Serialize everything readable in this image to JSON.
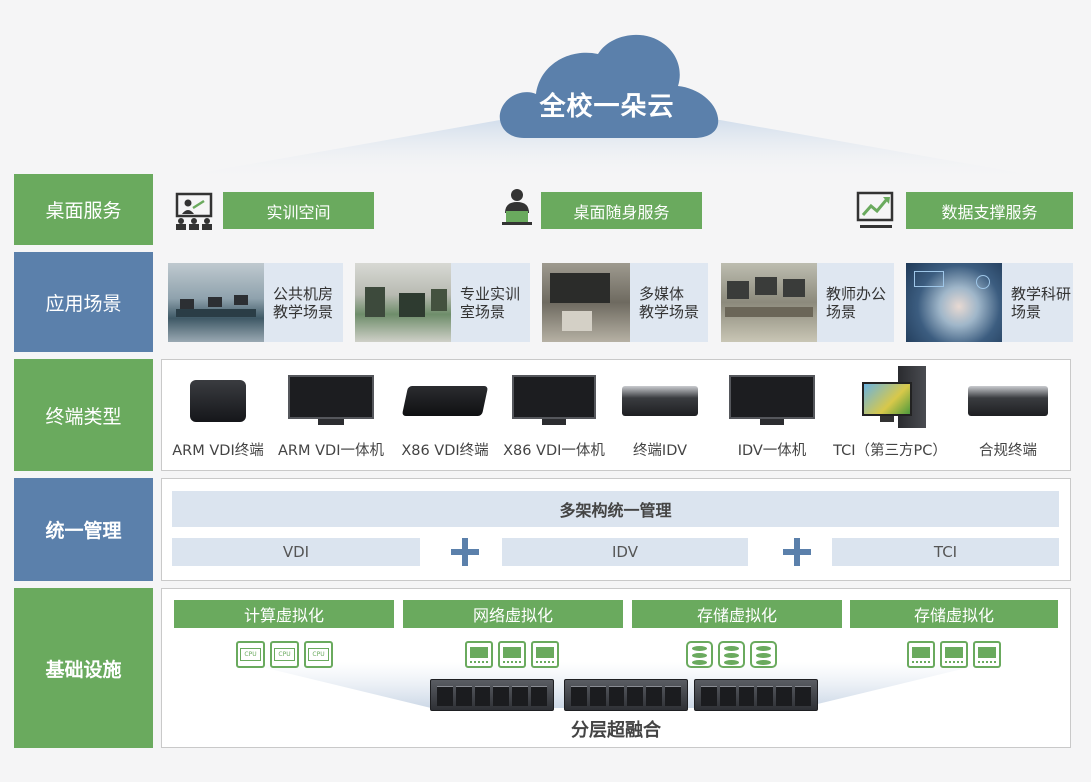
{
  "cloud": {
    "title": "全校一朵云",
    "color": "#5b80ab"
  },
  "rows": [
    {
      "label": "桌面服务"
    },
    {
      "label": "应用场景"
    },
    {
      "label": "终端类型"
    },
    {
      "label": "统一管理"
    },
    {
      "label": "基础设施"
    }
  ],
  "services": [
    {
      "label": "实训空间",
      "icon": "teacher-screen-icon"
    },
    {
      "label": "桌面随身服务",
      "icon": "user-laptop-icon"
    },
    {
      "label": "数据支撑服务",
      "icon": "chart-monitor-icon"
    }
  ],
  "scenes": [
    {
      "line1": "公共机房",
      "line2": "教学场景"
    },
    {
      "line1": "专业实训",
      "line2": "室场景"
    },
    {
      "line1": "多媒体",
      "line2": "教学场景"
    },
    {
      "line1": "教师办公",
      "line2": "场景"
    },
    {
      "line1": "教学科研",
      "line2": "场景"
    }
  ],
  "terminals": [
    {
      "label": "ARM VDI终端"
    },
    {
      "label": "ARM VDI一体机"
    },
    {
      "label": "X86 VDI终端"
    },
    {
      "label": "X86 VDI一体机"
    },
    {
      "label": "终端IDV"
    },
    {
      "label": "IDV一体机"
    },
    {
      "label": "TCI（第三方PC）"
    },
    {
      "label": "合规终端"
    }
  ],
  "management": {
    "title": "多架构统一管理",
    "items": [
      "VDI",
      "IDV",
      "TCI"
    ]
  },
  "infrastructure": {
    "items": [
      "计算虚拟化",
      "网络虚拟化",
      "存储虚拟化",
      "存储虚拟化"
    ],
    "cpu_label": "CPU",
    "layer_label": "分层超融合"
  },
  "colors": {
    "green": "#6aaa5e",
    "blue": "#5b80ab",
    "light_blue": "#dbe4ef"
  }
}
